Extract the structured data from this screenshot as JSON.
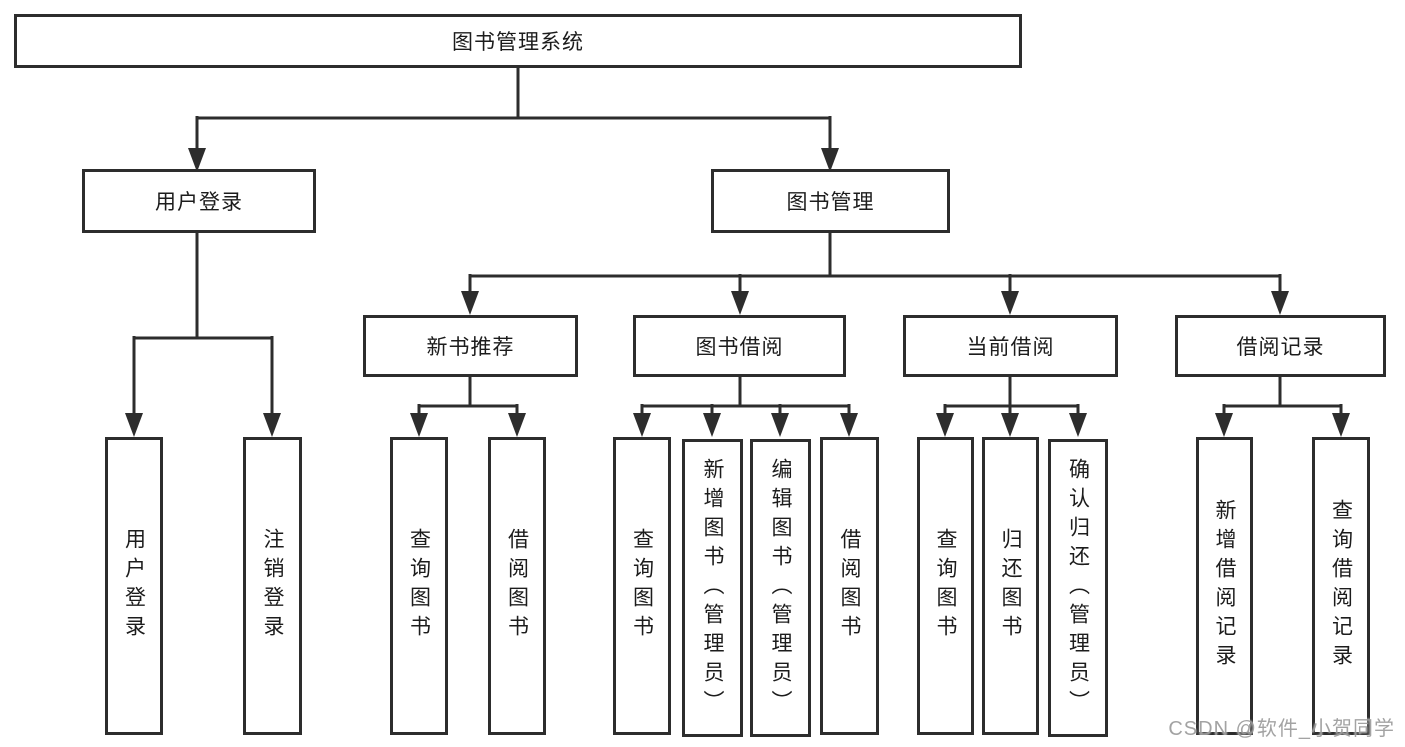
{
  "colors": {
    "background": "#ffffff",
    "line": "#2d2d2d",
    "box_border": "#2d2d2d",
    "text": "#1c1c1c",
    "watermark": "#969696"
  },
  "diagram": {
    "root": {
      "label": "图书管理系统"
    },
    "level2": [
      {
        "label": "用户登录"
      },
      {
        "label": "图书管理"
      }
    ],
    "level3": [
      {
        "label": "新书推荐"
      },
      {
        "label": "图书借阅"
      },
      {
        "label": "当前借阅"
      },
      {
        "label": "借阅记录"
      }
    ],
    "leaves": [
      {
        "label": "用户登录"
      },
      {
        "label": "注销登录"
      },
      {
        "label": "查询图书"
      },
      {
        "label": "借阅图书"
      },
      {
        "label": "查询图书"
      },
      {
        "label": "新增图书（管理员）"
      },
      {
        "label": "编辑图书（管理员）"
      },
      {
        "label": "借阅图书"
      },
      {
        "label": "查询图书"
      },
      {
        "label": "归还图书"
      },
      {
        "label": "确认归还（管理员）"
      },
      {
        "label": "新增借阅记录"
      },
      {
        "label": "查询借阅记录"
      }
    ]
  },
  "watermark": {
    "text": "CSDN @软件_小贺同学"
  }
}
